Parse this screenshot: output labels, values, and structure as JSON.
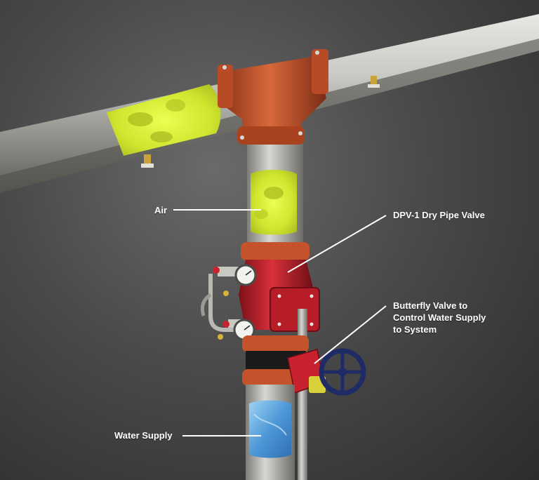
{
  "labels": {
    "air": "Air",
    "dpv": "DPV-1 Dry Pipe Valve",
    "butterfly": "Butterfly Valve to\nControl Water Supply\nto System",
    "water": "Water Supply"
  },
  "colors": {
    "background": "#4a4a4a",
    "pipe": "#bdbcb7",
    "fitting": "#c4532b",
    "valve": "#c8222e",
    "air_fill": "#d9f03a",
    "water_fill": "#5aa8e0",
    "handwheel": "#1f2b66",
    "callout_line": "#ffffff"
  }
}
